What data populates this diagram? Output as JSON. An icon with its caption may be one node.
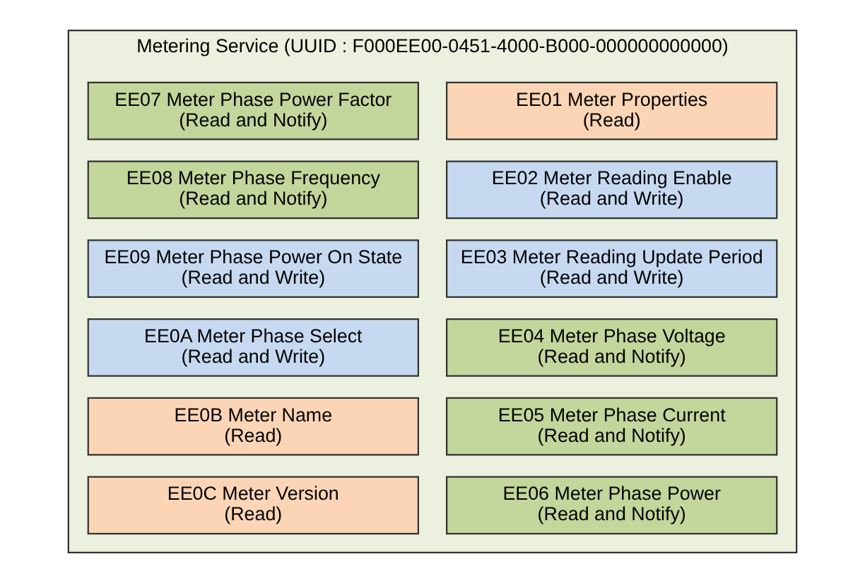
{
  "diagram": {
    "nodes": [
      {
        "text": [
          "Metering Service (UUID : F000EE00-0451-4000-B000-000000000000)"
        ]
      },
      {
        "text": [
          "EE01 Meter Properties",
          "(Read)"
        ],
        "in": 0
      },
      {
        "text": [
          "EE02 Meter Reading Enable",
          "(Read and Write)"
        ],
        "in": 0
      },
      {
        "text": [
          "EE03 Meter Reading Update Period",
          "(Read and Write)"
        ],
        "in": 0
      },
      {
        "text": [
          "EE04 Meter Phase Voltage",
          "(Read and Notify)"
        ],
        "in": 0
      },
      {
        "text": [
          "EE05 Meter Phase Current",
          "(Read and Notify)"
        ],
        "in": 0
      },
      {
        "text": [
          "EE06 Meter Phase Power",
          "(Read and Notify)"
        ],
        "in": 0
      },
      {
        "text": [
          "EE07 Meter Phase Power Factor",
          "(Read and Notify)"
        ],
        "in": 0
      },
      {
        "text": [
          "EE08 Meter Phase Frequency",
          "(Read and Notify)"
        ],
        "in": 0
      },
      {
        "text": [
          "EE09 Meter Phase Power On State",
          "(Read and Write)"
        ],
        "in": 0
      },
      {
        "text": [
          "EE0A Meter Phase Select",
          "(Read and Write)"
        ],
        "in": 0
      },
      {
        "text": [
          "EE0B Meter Name",
          "(Read)"
        ],
        "in": 0
      },
      {
        "text": [
          "EE0C Meter Version",
          "(Read)"
        ],
        "in": 0
      }
    ]
  }
}
